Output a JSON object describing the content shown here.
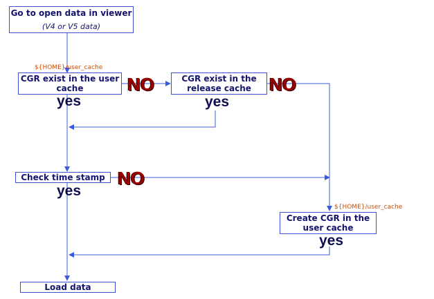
{
  "boxes": {
    "open_viewer": {
      "label": "Go to open data in viewer",
      "sub": "(V4 or V5 data)"
    },
    "user_cache": {
      "label": "CGR exist in the user cache"
    },
    "release_cache": {
      "label": "CGR exist in the release cache"
    },
    "timestamp": {
      "label": "Check time stamp"
    },
    "create_cgr": {
      "label": "Create CGR in the user cache"
    },
    "load_data": {
      "label": "Load data"
    }
  },
  "decisions": {
    "no_label": "NO",
    "yes_label": "yes"
  },
  "paths": {
    "user_cache_top": "${HOME}/user_cache",
    "user_cache_create": "${HOME}/user_cache"
  },
  "colors": {
    "box_border": "#3b4fd0",
    "box_text": "#14146e",
    "no_text": "#9b0000",
    "yes_text": "#0d0d52",
    "arrow": "#3b5bdc",
    "path_text": "#d24a00"
  }
}
